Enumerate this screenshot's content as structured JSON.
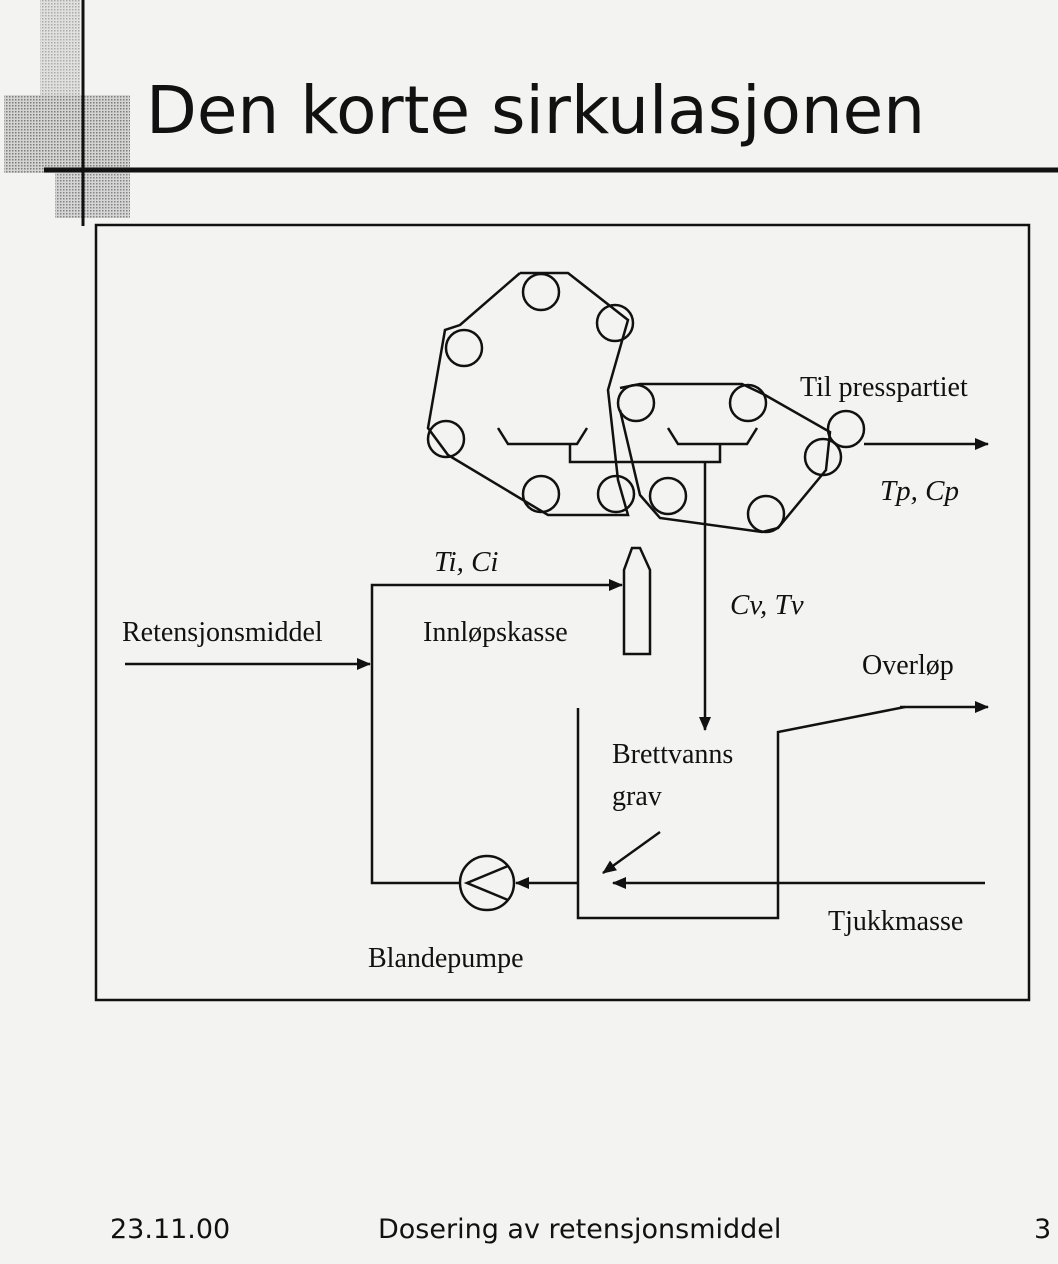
{
  "slide": {
    "title": "Den korte sirkulasjonen",
    "footer_date": "23.11.00",
    "footer_text": "Dosering av retensjonsmiddel",
    "page_number": "3"
  },
  "diagram": {
    "labels": {
      "til_presspartiet": "Til presspartiet",
      "tp_cp": "Tp, Cp",
      "ti_ci": "Ti, Ci",
      "cv_tv": "Cv, Tv",
      "retensjonsmiddel": "Retensjonsmiddel",
      "innlopskasse": "Innløpskasse",
      "overlop": "Overløp",
      "brettvanns": "Brettvanns",
      "grav": "grav",
      "tjukkmasse": "Tjukkmasse",
      "blandepumpe": "Blandepumpe"
    }
  },
  "colors": {
    "ink": "#111111",
    "background": "#f3f3f1",
    "decor_gray": "#8a8a8a"
  }
}
